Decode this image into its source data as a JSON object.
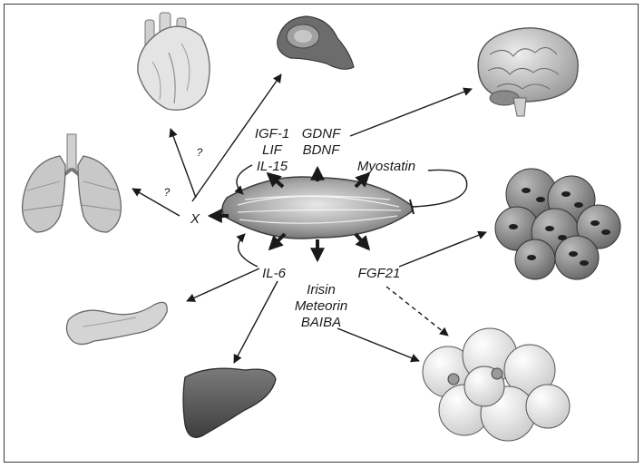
{
  "factors": {
    "igf1": "IGF-1",
    "lif": "LIF",
    "il15": "IL-15",
    "gdnf": "GDNF",
    "bdnf": "BDNF",
    "myostatin": "Myostatin",
    "x": "X",
    "il6": "IL-6",
    "irisin": "Irisin",
    "meteorin": "Meteorin",
    "baiba": "BAIBA",
    "fgf21": "FGF21"
  },
  "unknown_marks": {
    "heart": "?",
    "lung": "?"
  },
  "colors": {
    "arrow": "#1a1a1a",
    "organ_dark": "#5a5a5a",
    "organ_light": "#d8d8d8"
  }
}
